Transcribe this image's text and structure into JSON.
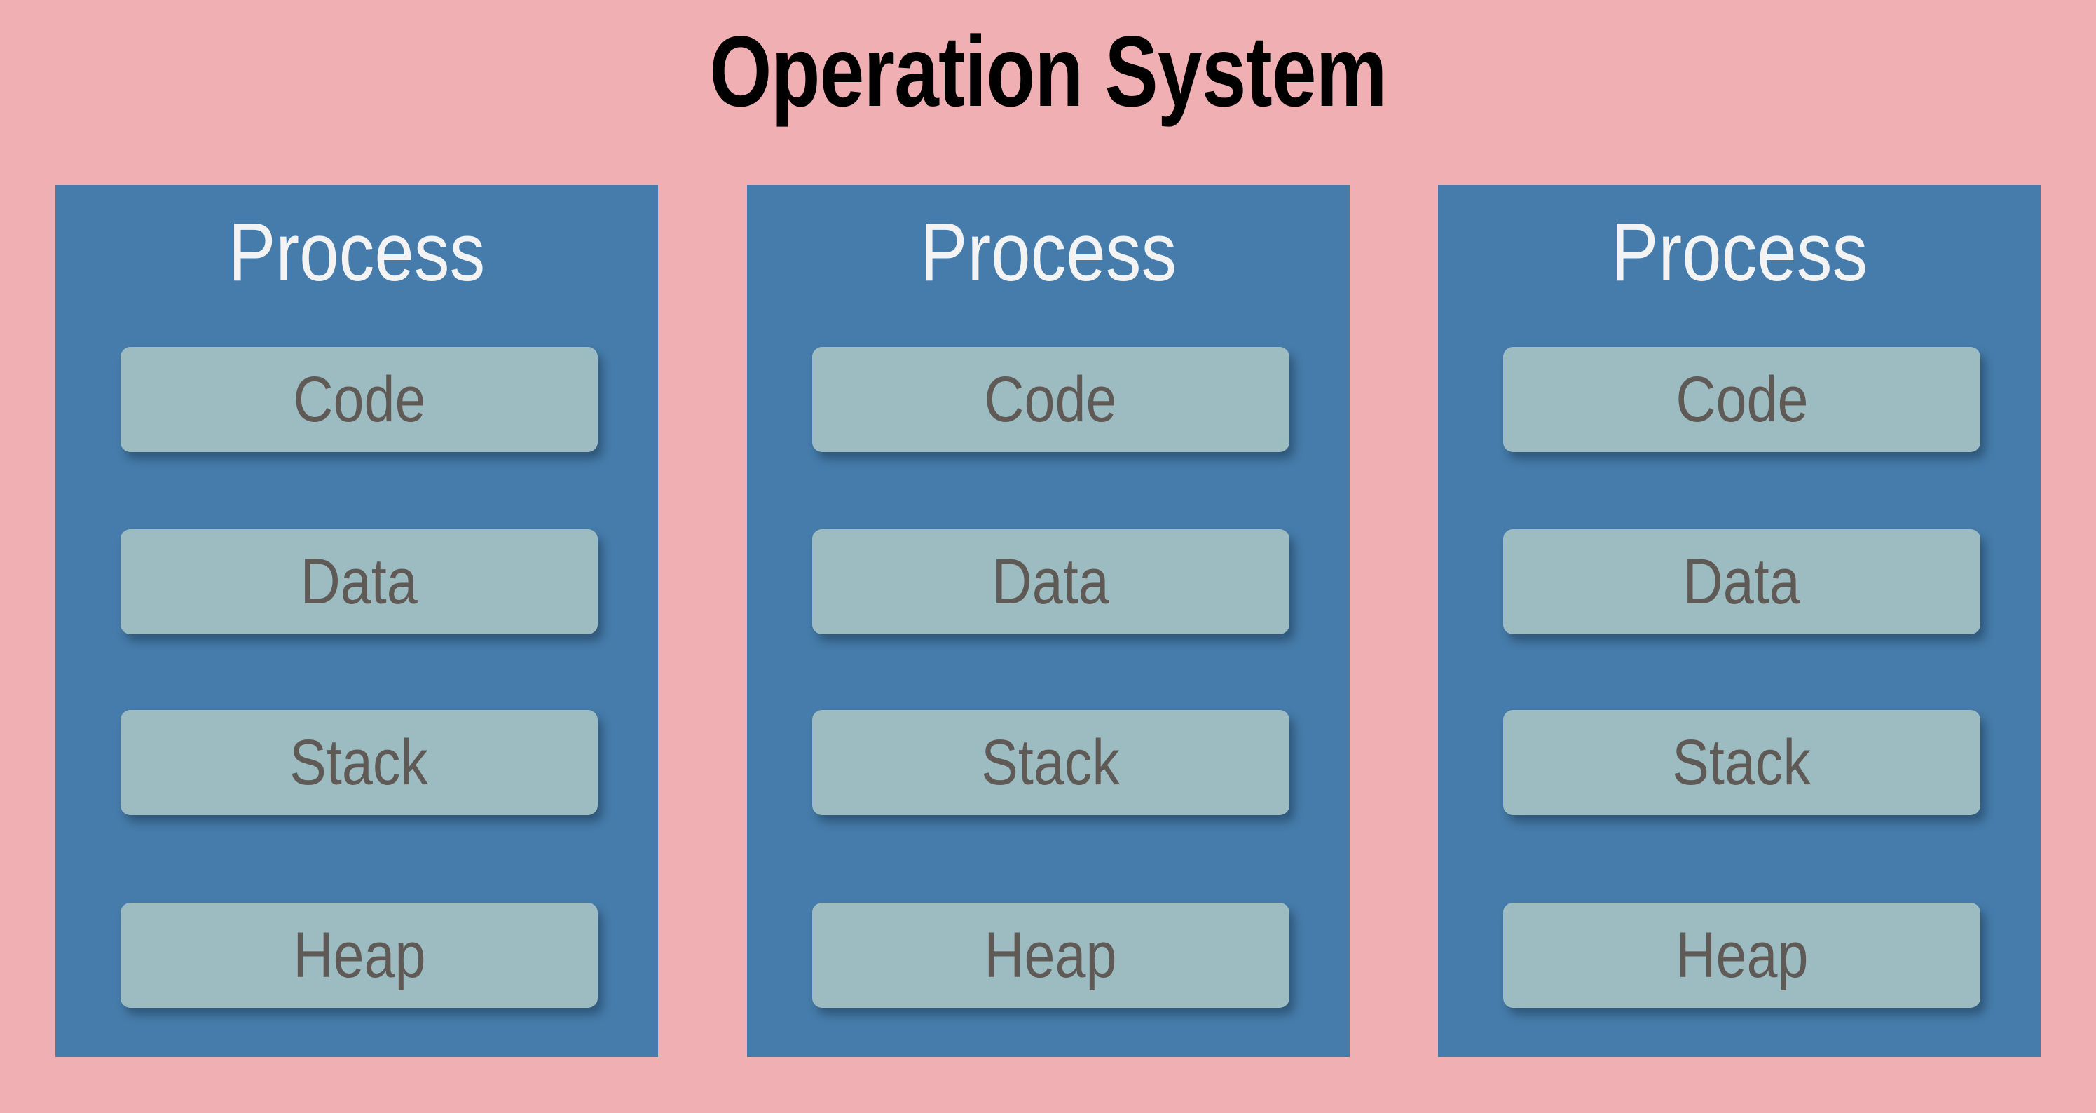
{
  "diagram": {
    "title": "Operation System",
    "background_color": "#f0b0b3",
    "title_color": "#000000",
    "process_color": "#467cab",
    "segment_color": "#9cbcc2",
    "segment_text_color": "#5f5a56",
    "process_text_color": "#f3f3f3",
    "processes": [
      {
        "heading": "Process",
        "segments": [
          {
            "label": "Code"
          },
          {
            "label": "Data"
          },
          {
            "label": "Stack"
          },
          {
            "label": "Heap"
          }
        ]
      },
      {
        "heading": "Process",
        "segments": [
          {
            "label": "Code"
          },
          {
            "label": "Data"
          },
          {
            "label": "Stack"
          },
          {
            "label": "Heap"
          }
        ]
      },
      {
        "heading": "Process",
        "segments": [
          {
            "label": "Code"
          },
          {
            "label": "Data"
          },
          {
            "label": "Stack"
          },
          {
            "label": "Heap"
          }
        ]
      }
    ]
  }
}
